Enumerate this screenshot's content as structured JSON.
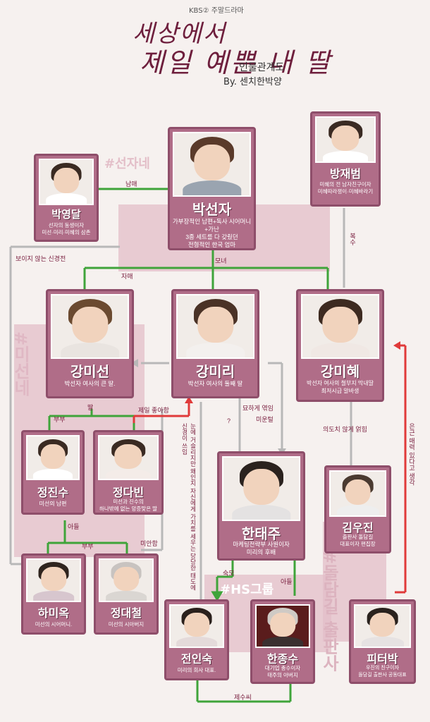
{
  "header": {
    "broadcaster": "KBS② 주말드라마",
    "title_line1": "세상에서",
    "title_line2": "제일 예쁜 내 딸",
    "subtitle": "인물관계도",
    "byline": "By. 센치한박양"
  },
  "groups": {
    "seonja": "#선자네",
    "miseon": "#미선네",
    "hs": "#HS그룹",
    "dolldamgil": "#돌담길 출판사"
  },
  "characters": {
    "park_seonja": {
      "name": "박선자",
      "desc": "가부장적인 남편+독사 시어머니+가난\n3종 세트를 다 갖췄던\n전형적인 한국 엄마"
    },
    "park_yeongdal": {
      "name": "박영달",
      "desc": "선자의 동생이자\n미선·미리·미혜의 삼촌"
    },
    "bang_jaebeom": {
      "name": "방재범",
      "desc": "미혜의 전 남자친구이자\n미혜따라쟁이·미혜바라기"
    },
    "kang_miseon": {
      "name": "강미선",
      "desc": "박선자 여사의 큰 딸."
    },
    "kang_miri": {
      "name": "강미리",
      "desc": "박선자 여사의 둘째 딸"
    },
    "kang_mihye": {
      "name": "강미혜",
      "desc": "박선자 여사의 철부지 막내딸\n최저시급 알바생"
    },
    "jeong_jinsu": {
      "name": "정진수",
      "desc": "미선의 남편"
    },
    "jeong_dabin": {
      "name": "정다빈",
      "desc": "미선과 진수의\n하나밖에 없는 앙증맞은 딸"
    },
    "han_taeju": {
      "name": "한태주",
      "desc": "마케팅전략부 사원이자\n미리의 후배"
    },
    "kim_ujin": {
      "name": "김우진",
      "desc": "출판사 돌담길\n대표이자 편집장"
    },
    "ha_mirok": {
      "name": "하미옥",
      "desc": "미선의 시어머니."
    },
    "jeong_daecheol": {
      "name": "정대철",
      "desc": "미선의 시아버지"
    },
    "jeon_insuk": {
      "name": "전인숙",
      "desc": "미리의 회사 대표."
    },
    "han_jongsu": {
      "name": "한종수",
      "desc": "대기업 총수이자\n태주의 아버지"
    },
    "peter_park": {
      "name": "피터박",
      "desc": "우진의 친구이자\n돌담길 출판사 공동대표"
    }
  },
  "relations": {
    "siblings_seonja_yeongdal": "남매",
    "mother_daughters": "모녀",
    "sisters": "자매",
    "revenge": "복수",
    "unseen_shingyeongjin": "보이지 않는 신경전",
    "couple_miseon": "부부",
    "daughter": "딸",
    "likes_uncle": "제일 좋아함",
    "strangely_drawn": "묘하게 엮임",
    "question": "?",
    "dislike": "미운털",
    "unintended_tangle": "의도치 않게 얽힘",
    "thinks_no_charm": "은근 매력 있다고 생각",
    "sees_value": "눈에 거슬리지만 왜인지 자신에게 가치를 세우는 당당한 태도에 신경이 쓰임",
    "son": "아들",
    "couple_grandparents": "부부",
    "sorry": "미안함",
    "aunt_nephew": "숙모",
    "son2": "아들",
    "brother_in_law_wife": "제수씨"
  }
}
